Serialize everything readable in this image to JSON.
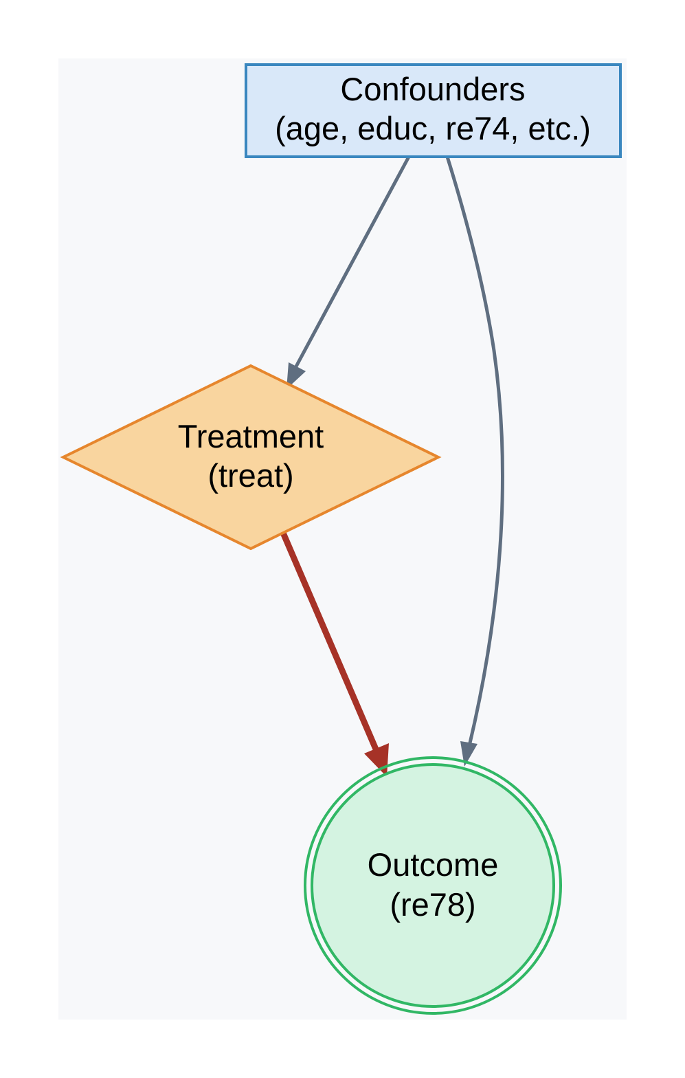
{
  "colors": {
    "page_background": "#ffffff",
    "graph_background": "#f7f8fa",
    "confounders_fill": "#d9e8f9",
    "confounders_stroke": "#3a87bf",
    "treatment_fill": "#f9d59f",
    "treatment_stroke": "#e6862d",
    "outcome_fill": "#d4f3e1",
    "outcome_stroke": "#31b765",
    "confounder_edge": "#5f6e80",
    "treatment_edge": "#a63227"
  },
  "nodes": {
    "confounders": {
      "shape": "box",
      "line1": "Confounders",
      "line2": "(age, educ, re74, etc.)"
    },
    "treatment": {
      "shape": "diamond",
      "line1": "Treatment",
      "line2": "(treat)"
    },
    "outcome": {
      "shape": "doublecircle",
      "line1": "Outcome",
      "line2": "(re78)"
    }
  },
  "edges": [
    {
      "from": "confounders",
      "to": "treatment"
    },
    {
      "from": "confounders",
      "to": "outcome"
    },
    {
      "from": "treatment",
      "to": "outcome",
      "emphasis": "bold"
    }
  ]
}
